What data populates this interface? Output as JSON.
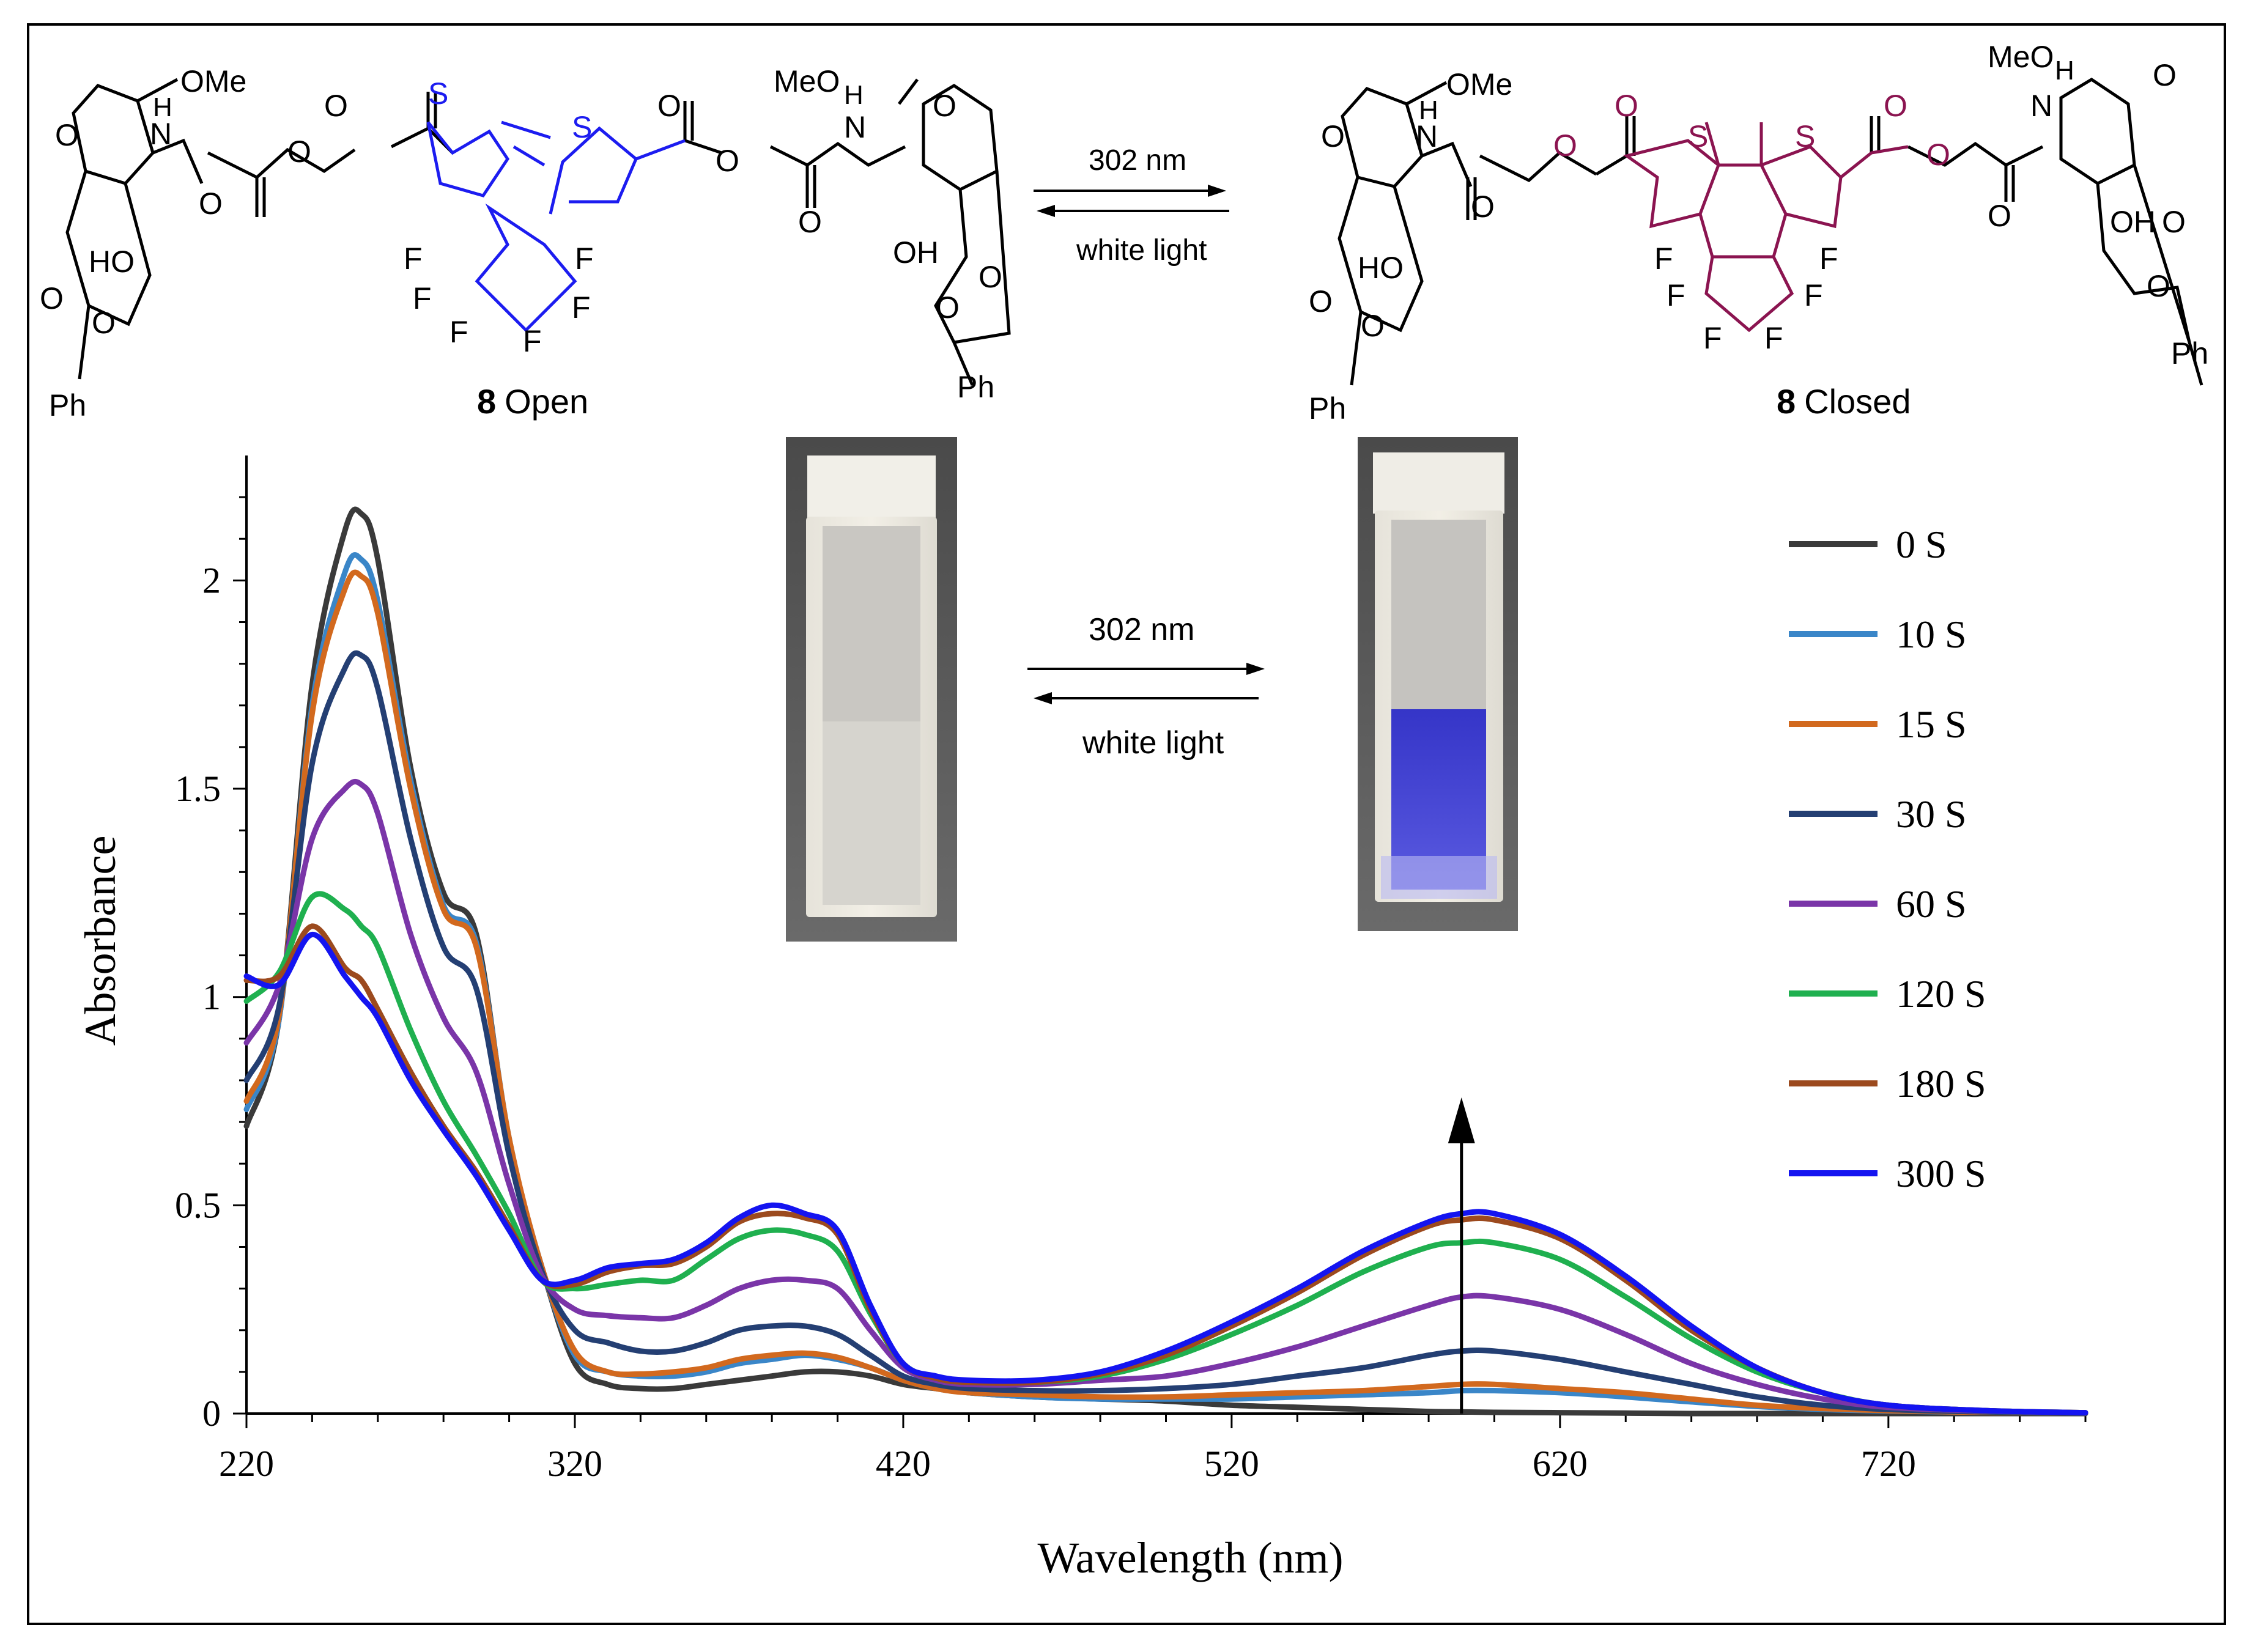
{
  "scheme": {
    "open_number": "8",
    "open_label": "Open",
    "closed_number": "8",
    "closed_label": "Closed",
    "arrow_top_label": "302 nm",
    "arrow_bottom_label": "white light",
    "atoms": {
      "ome": "OMe",
      "meo": "MeO",
      "h": "H",
      "n": "N",
      "o": "O",
      "s": "S",
      "f": "F",
      "ho": "HO",
      "oh": "OH",
      "ph": "Ph"
    }
  },
  "photos": {
    "arrow_top_label": "302 nm",
    "arrow_bottom_label": "white light"
  },
  "colors": {
    "open_core": "#1c1cf0",
    "closed_core": "#8b1450",
    "solution_blue": "#3a3ad0"
  },
  "chart_data": {
    "type": "line",
    "xlabel": "Wavelength (nm)",
    "ylabel": "Absorbance",
    "xlim": [
      220,
      780
    ],
    "ylim": [
      0,
      2.3
    ],
    "xticks": [
      220,
      320,
      420,
      520,
      620,
      720
    ],
    "yticks": [
      0,
      0.5,
      1,
      1.5,
      2
    ],
    "ytick_labels": [
      "0",
      "0.5",
      "1",
      "1.5",
      "2"
    ],
    "grid": false,
    "legend_position": "right",
    "annotation": "upward arrow at 590 nm",
    "x": [
      220,
      230,
      240,
      250,
      255,
      260,
      270,
      280,
      290,
      300,
      310,
      320,
      330,
      340,
      350,
      360,
      370,
      380,
      390,
      400,
      410,
      420,
      430,
      440,
      460,
      480,
      500,
      520,
      540,
      560,
      580,
      590,
      600,
      620,
      640,
      660,
      680,
      700,
      720,
      750,
      780
    ],
    "series": [
      {
        "name": "0 S",
        "color": "#3a3a3a",
        "values": [
          0.69,
          0.95,
          1.75,
          2.12,
          2.16,
          2.05,
          1.55,
          1.25,
          1.15,
          0.65,
          0.35,
          0.12,
          0.07,
          0.06,
          0.06,
          0.07,
          0.08,
          0.09,
          0.1,
          0.1,
          0.09,
          0.07,
          0.06,
          0.05,
          0.04,
          0.035,
          0.03,
          0.02,
          0.015,
          0.01,
          0.005,
          0.004,
          0.003,
          0.002,
          0.001,
          0,
          0,
          0,
          0,
          0,
          0
        ]
      },
      {
        "name": "10 S",
        "color": "#3a86c8",
        "values": [
          0.73,
          0.95,
          1.7,
          2.02,
          2.05,
          1.95,
          1.52,
          1.22,
          1.13,
          0.66,
          0.35,
          0.14,
          0.1,
          0.09,
          0.09,
          0.1,
          0.12,
          0.13,
          0.14,
          0.13,
          0.11,
          0.08,
          0.06,
          0.05,
          0.04,
          0.035,
          0.035,
          0.035,
          0.04,
          0.045,
          0.05,
          0.055,
          0.055,
          0.05,
          0.04,
          0.028,
          0.017,
          0.01,
          0.006,
          0.003,
          0.001
        ]
      },
      {
        "name": "15 S",
        "color": "#d2691e",
        "values": [
          0.75,
          0.96,
          1.68,
          1.98,
          2.01,
          1.92,
          1.5,
          1.21,
          1.12,
          0.66,
          0.35,
          0.15,
          0.1,
          0.095,
          0.1,
          0.11,
          0.13,
          0.14,
          0.145,
          0.135,
          0.11,
          0.08,
          0.06,
          0.05,
          0.045,
          0.04,
          0.04,
          0.045,
          0.05,
          0.055,
          0.065,
          0.07,
          0.07,
          0.06,
          0.05,
          0.035,
          0.02,
          0.012,
          0.007,
          0.003,
          0.001
        ]
      },
      {
        "name": "30 S",
        "color": "#243f73",
        "values": [
          0.8,
          0.98,
          1.56,
          1.79,
          1.82,
          1.74,
          1.38,
          1.12,
          1.02,
          0.62,
          0.34,
          0.2,
          0.17,
          0.15,
          0.15,
          0.17,
          0.2,
          0.21,
          0.21,
          0.19,
          0.14,
          0.09,
          0.07,
          0.06,
          0.055,
          0.055,
          0.06,
          0.07,
          0.09,
          0.11,
          0.14,
          0.15,
          0.15,
          0.13,
          0.1,
          0.07,
          0.04,
          0.02,
          0.01,
          0.004,
          0.001
        ]
      },
      {
        "name": "60 S",
        "color": "#7a35a8",
        "values": [
          0.89,
          1.03,
          1.38,
          1.5,
          1.51,
          1.44,
          1.15,
          0.95,
          0.82,
          0.55,
          0.33,
          0.25,
          0.235,
          0.23,
          0.23,
          0.26,
          0.3,
          0.32,
          0.32,
          0.3,
          0.2,
          0.11,
          0.08,
          0.07,
          0.07,
          0.08,
          0.09,
          0.12,
          0.16,
          0.21,
          0.26,
          0.28,
          0.28,
          0.25,
          0.19,
          0.12,
          0.07,
          0.035,
          0.015,
          0.006,
          0.002
        ]
      },
      {
        "name": "120 S",
        "color": "#1fb04f",
        "values": [
          0.99,
          1.06,
          1.24,
          1.21,
          1.17,
          1.12,
          0.92,
          0.75,
          0.62,
          0.48,
          0.32,
          0.3,
          0.31,
          0.32,
          0.32,
          0.37,
          0.42,
          0.44,
          0.43,
          0.39,
          0.24,
          0.12,
          0.085,
          0.075,
          0.075,
          0.09,
          0.13,
          0.19,
          0.26,
          0.34,
          0.4,
          0.41,
          0.41,
          0.37,
          0.28,
          0.18,
          0.1,
          0.05,
          0.02,
          0.007,
          0.002
        ]
      },
      {
        "name": "180 S",
        "color": "#9c4a1e",
        "values": [
          1.04,
          1.05,
          1.17,
          1.07,
          1.04,
          0.97,
          0.82,
          0.69,
          0.58,
          0.45,
          0.32,
          0.31,
          0.34,
          0.355,
          0.36,
          0.4,
          0.46,
          0.48,
          0.47,
          0.43,
          0.25,
          0.12,
          0.085,
          0.075,
          0.075,
          0.095,
          0.14,
          0.21,
          0.29,
          0.38,
          0.45,
          0.465,
          0.465,
          0.42,
          0.32,
          0.2,
          0.11,
          0.05,
          0.02,
          0.007,
          0.002
        ]
      },
      {
        "name": "300 S",
        "color": "#1414f0",
        "values": [
          1.05,
          1.03,
          1.15,
          1.05,
          1.0,
          0.95,
          0.8,
          0.68,
          0.57,
          0.44,
          0.32,
          0.32,
          0.35,
          0.36,
          0.37,
          0.41,
          0.47,
          0.5,
          0.48,
          0.44,
          0.26,
          0.12,
          0.09,
          0.08,
          0.08,
          0.1,
          0.15,
          0.22,
          0.3,
          0.39,
          0.46,
          0.48,
          0.48,
          0.43,
          0.33,
          0.21,
          0.11,
          0.05,
          0.02,
          0.007,
          0.002
        ]
      }
    ]
  }
}
